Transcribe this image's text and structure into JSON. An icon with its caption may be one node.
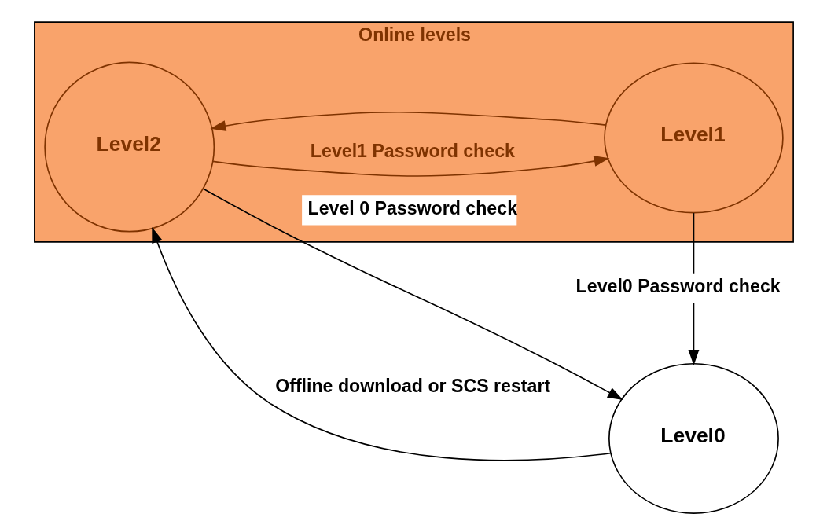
{
  "diagram": {
    "nodes": [
      {
        "text": [
          "Online levels"
        ]
      },
      {
        "text": [
          "Level2"
        ],
        "in": 0
      },
      {
        "text": [
          "Level1"
        ],
        "in": 0
      },
      {
        "text": [
          "Level0"
        ]
      }
    ],
    "edges": [
      {
        "from": 3,
        "to": 1,
        "arrow": "to",
        "label": "Offline download or SCS restart"
      },
      {
        "from": 2,
        "to": 1,
        "arrow": "to",
        "color": "#7f3300"
      },
      {
        "from": 1,
        "to": 2,
        "arrow": "to",
        "label": "Level1 Password check",
        "color": "#7f3300"
      },
      {
        "from": 2,
        "to": 3,
        "arrow": "to",
        "label": "Level0 Password check"
      },
      {
        "from": 1,
        "to": 3,
        "arrow": "to",
        "label": "Level 0 Password check"
      }
    ]
  }
}
